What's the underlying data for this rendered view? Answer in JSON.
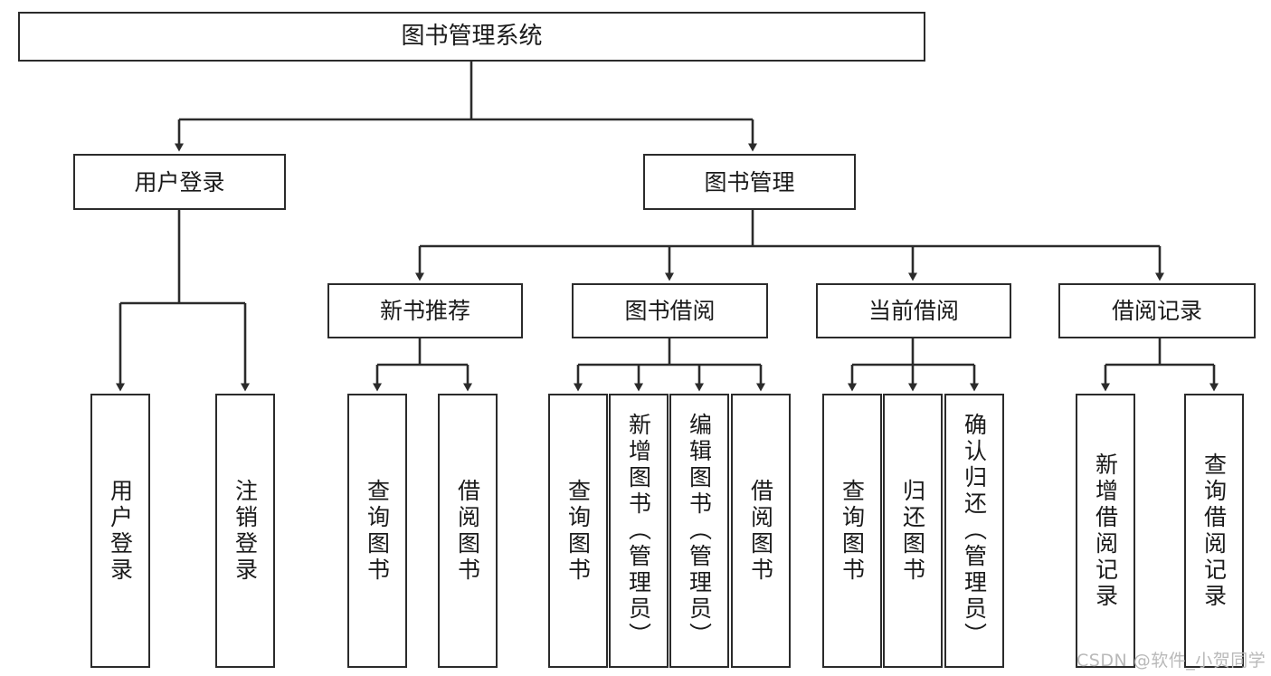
{
  "diagram": {
    "type": "tree-hierarchy",
    "title": "图书管理系统",
    "orientation": "top-down",
    "colors": {
      "box_stroke": "#2b2b2b",
      "box_fill": "#ffffff",
      "connector": "#2b2b2b",
      "background": "#ffffff",
      "watermark": "#b9b9b9"
    },
    "levels": {
      "root": {
        "label": "图书管理系统"
      },
      "level2": [
        {
          "id": "user-login",
          "label": "用户登录"
        },
        {
          "id": "book-manage",
          "label": "图书管理"
        }
      ],
      "level3": [
        {
          "id": "new-book-rec",
          "label": "新书推荐",
          "parent": "book-manage"
        },
        {
          "id": "book-borrow",
          "label": "图书借阅",
          "parent": "book-manage"
        },
        {
          "id": "current-borrow",
          "label": "当前借阅",
          "parent": "book-manage"
        },
        {
          "id": "borrow-record",
          "label": "借阅记录",
          "parent": "book-manage"
        }
      ],
      "leaves": [
        {
          "id": "leaf-user-login",
          "label": "用户登录",
          "parent": "user-login"
        },
        {
          "id": "leaf-logout",
          "label": "注销登录",
          "parent": "user-login"
        },
        {
          "id": "leaf-query-book-1",
          "label": "查询图书",
          "parent": "new-book-rec"
        },
        {
          "id": "leaf-borrow-book-1",
          "label": "借阅图书",
          "parent": "new-book-rec"
        },
        {
          "id": "leaf-query-book-2",
          "label": "查询图书",
          "parent": "book-borrow"
        },
        {
          "id": "leaf-add-book",
          "label": "新增图书（管理员）",
          "parent": "book-borrow"
        },
        {
          "id": "leaf-edit-book",
          "label": "编辑图书（管理员）",
          "parent": "book-borrow"
        },
        {
          "id": "leaf-borrow-book-2",
          "label": "借阅图书",
          "parent": "book-borrow"
        },
        {
          "id": "leaf-query-book-3",
          "label": "查询图书",
          "parent": "current-borrow"
        },
        {
          "id": "leaf-return-book",
          "label": "归还图书",
          "parent": "current-borrow"
        },
        {
          "id": "leaf-confirm-return",
          "label": "确认归还（管理员）",
          "parent": "current-borrow"
        },
        {
          "id": "leaf-add-record",
          "label": "新增借阅记录",
          "parent": "borrow-record"
        },
        {
          "id": "leaf-query-record",
          "label": "查询借阅记录",
          "parent": "borrow-record"
        }
      ]
    }
  },
  "watermark": {
    "text": "CSDN @软件_小贺同学"
  }
}
